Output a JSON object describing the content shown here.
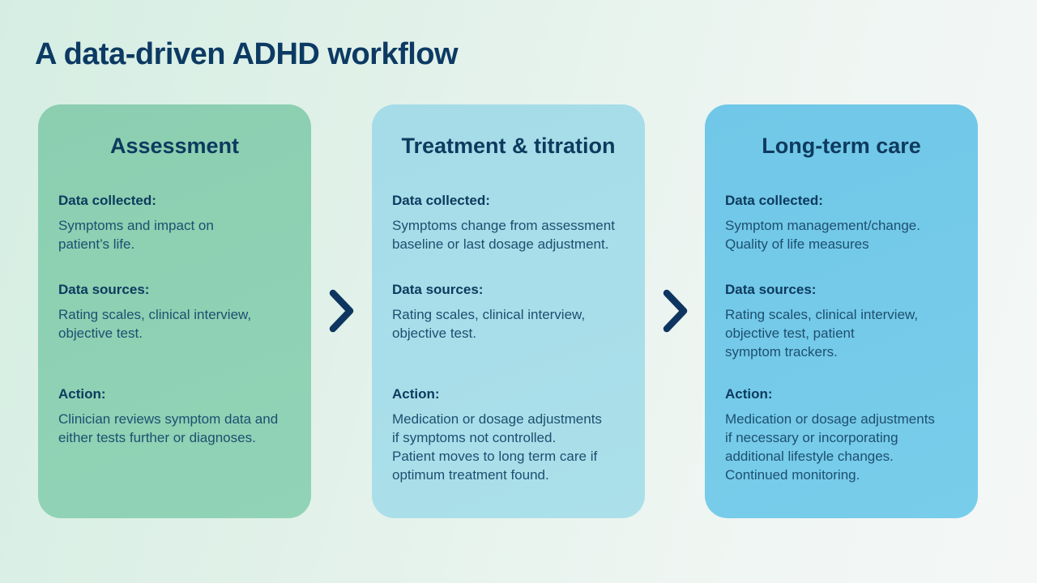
{
  "page": {
    "title": "A data-driven ADHD workflow"
  },
  "colors": {
    "background_start": "#d5eee3",
    "background_end": "#f4f7f6",
    "title_text": "#0c3a63",
    "label_text": "#0d3a5e",
    "body_text": "#1d4f70",
    "chevron": "#0d3560",
    "card_assessment": "#90d2b5",
    "card_treatment": "#a8dee9",
    "card_longterm": "#75cbe9"
  },
  "cards": [
    {
      "id": "assessment",
      "title": "Assessment",
      "color": "#90d2b5",
      "sections": [
        {
          "label": "Data collected:",
          "text": "Symptoms and impact on\npatient’s life."
        },
        {
          "label": "Data sources:",
          "text": "Rating scales, clinical interview,\nobjective test."
        },
        {
          "label": "Action:",
          "text": "Clinician reviews symptom data and\neither tests further or diagnoses."
        }
      ]
    },
    {
      "id": "treatment-titration",
      "title": "Treatment & titration",
      "color": "#a8dee9",
      "sections": [
        {
          "label": "Data collected:",
          "text": "Symptoms change from assessment\nbaseline or last dosage adjustment."
        },
        {
          "label": "Data sources:",
          "text": "Rating scales, clinical interview,\nobjective test."
        },
        {
          "label": "Action:",
          "text": "Medication or dosage adjustments\nif symptoms not controlled.\nPatient moves to long term care if\noptimum treatment found."
        }
      ]
    },
    {
      "id": "long-term-care",
      "title": "Long-term care",
      "color": "#75cbe9",
      "sections": [
        {
          "label": "Data collected:",
          "text": "Symptom management/change.\nQuality of life measures"
        },
        {
          "label": "Data sources:",
          "text": "Rating scales, clinical interview,\nobjective test, patient\nsymptom trackers."
        },
        {
          "label": "Action:",
          "text": "Medication or dosage adjustments\nif necessary or incorporating\nadditional lifestyle changes.\nContinued monitoring."
        }
      ]
    }
  ],
  "connectors": [
    {
      "icon": "chevron-right-icon"
    },
    {
      "icon": "chevron-right-icon"
    }
  ]
}
